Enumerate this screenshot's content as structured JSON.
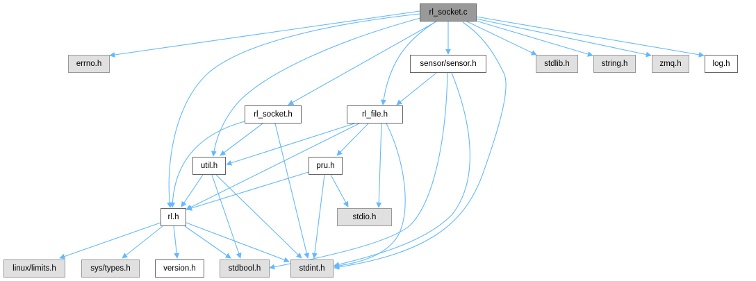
{
  "graph": {
    "root": "rl_socket.c",
    "nodes": {
      "rl_socket_c": "rl_socket.c",
      "errno_h": "errno.h",
      "sensor_h": "sensor/sensor.h",
      "stdlib_h": "stdlib.h",
      "string_h": "string.h",
      "zmq_h": "zmq.h",
      "log_h": "log.h",
      "rl_socket_h": "rl_socket.h",
      "rl_file_h": "rl_file.h",
      "util_h": "util.h",
      "pru_h": "pru.h",
      "rl_h": "rl.h",
      "stdio_h": "stdio.h",
      "linux_limits_h": "linux/limits.h",
      "sys_types_h": "sys/types.h",
      "version_h": "version.h",
      "stdbool_h": "stdbool.h",
      "stdint_h": "stdint.h"
    },
    "colors": {
      "edge": "#63b8ff",
      "root_fill": "#999999",
      "external_fill": "#e0e0e0",
      "local_fill": "#ffffff"
    }
  }
}
